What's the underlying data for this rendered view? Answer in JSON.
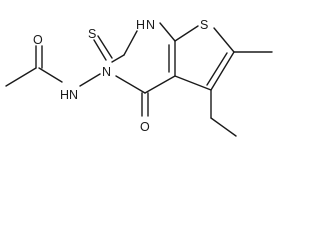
{
  "structure": {
    "atom_labels": {
      "O_acetyl": "O",
      "NH_amide": "HN",
      "N3": "N",
      "NH1": "H",
      "N1": "N",
      "S_thione": "S",
      "S_thiophene": "S",
      "O_keto": "O"
    }
  }
}
